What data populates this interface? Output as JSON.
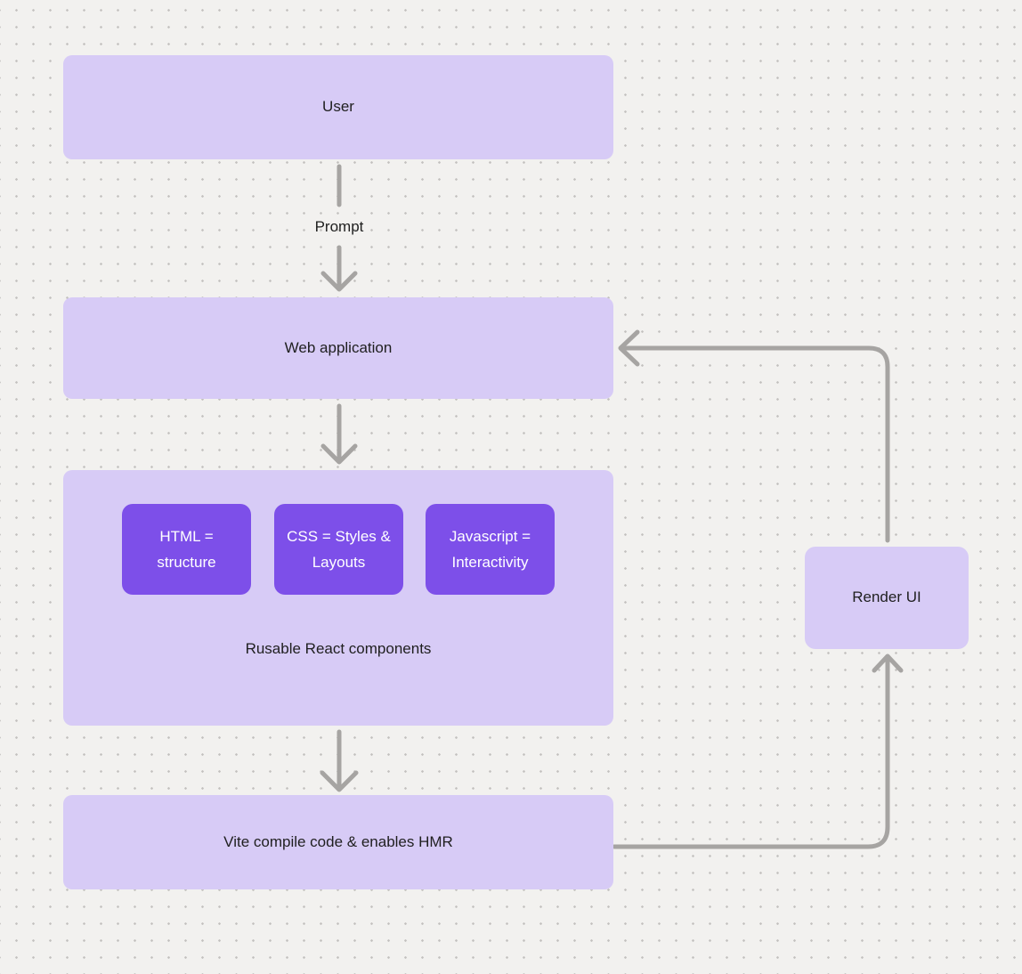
{
  "diagram": {
    "nodes": {
      "user": {
        "label": "User"
      },
      "web_application": {
        "label": "Web application"
      },
      "components": {
        "caption": "Rusable React components",
        "items": [
          {
            "label": "HTML = structure"
          },
          {
            "label": "CSS = Styles & Layouts"
          },
          {
            "label": "Javascript = Interactivity"
          }
        ]
      },
      "vite": {
        "label": "Vite compile code & enables HMR"
      },
      "render_ui": {
        "label": "Render UI"
      }
    },
    "edges": {
      "prompt": {
        "label": "Prompt"
      }
    },
    "colors": {
      "background": "#f2f1ef",
      "dot_grid": "#c3c1bf",
      "node_fill": "#d7cbf6",
      "accent_fill": "#7d4fe9",
      "connector": "#a6a4a2",
      "text": "#1f1f1f",
      "text_on_accent": "#ffffff"
    }
  }
}
